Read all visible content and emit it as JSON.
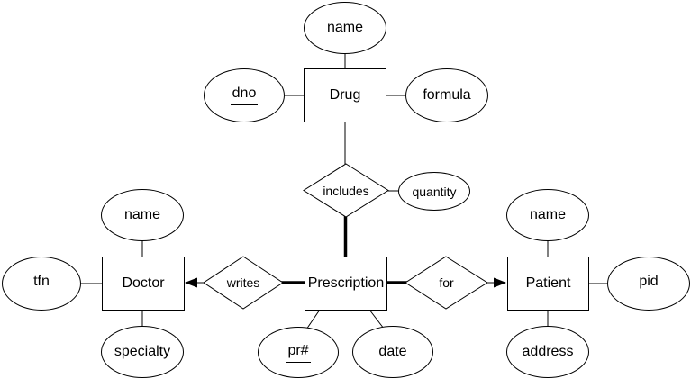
{
  "diagram_type": "entity-relationship-diagram",
  "entities": {
    "drug": "Drug",
    "doctor": "Doctor",
    "prescription": "Prescription",
    "patient": "Patient"
  },
  "relationships": {
    "includes": "includes",
    "writes": "writes",
    "for": "for"
  },
  "attributes": {
    "drug_name": "name",
    "dno": "dno",
    "formula": "formula",
    "quantity": "quantity",
    "doctor_name": "name",
    "tfn": "tfn",
    "specialty": "specialty",
    "pr_number": "pr#",
    "date": "date",
    "patient_name": "name",
    "pid": "pid",
    "address": "address"
  },
  "key_attributes": [
    "dno",
    "tfn",
    "pr#",
    "pid"
  ],
  "connections": [
    {
      "from": "name",
      "to": "Drug",
      "style": "thin"
    },
    {
      "from": "dno",
      "to": "Drug",
      "style": "thin"
    },
    {
      "from": "formula",
      "to": "Drug",
      "style": "thin"
    },
    {
      "from": "Drug",
      "to": "includes",
      "style": "thin"
    },
    {
      "from": "includes",
      "to": "quantity",
      "style": "thin"
    },
    {
      "from": "includes",
      "to": "Prescription",
      "style": "thick"
    },
    {
      "from": "writes",
      "to": "Doctor",
      "style": "thin-arrow"
    },
    {
      "from": "writes",
      "to": "Prescription",
      "style": "thick"
    },
    {
      "from": "Prescription",
      "to": "for",
      "style": "thick"
    },
    {
      "from": "for",
      "to": "Patient",
      "style": "thin-arrow"
    },
    {
      "from": "name",
      "to": "Doctor",
      "style": "thin"
    },
    {
      "from": "tfn",
      "to": "Doctor",
      "style": "thin"
    },
    {
      "from": "specialty",
      "to": "Doctor",
      "style": "thin"
    },
    {
      "from": "pr#",
      "to": "Prescription",
      "style": "thin"
    },
    {
      "from": "date",
      "to": "Prescription",
      "style": "thin"
    },
    {
      "from": "name",
      "to": "Patient",
      "style": "thin"
    },
    {
      "from": "pid",
      "to": "Patient",
      "style": "thin"
    },
    {
      "from": "address",
      "to": "Patient",
      "style": "thin"
    }
  ],
  "colors": {
    "line": "#000000",
    "shape_fill": "#ffffff",
    "text": "#000000",
    "background": "#ffffff"
  }
}
